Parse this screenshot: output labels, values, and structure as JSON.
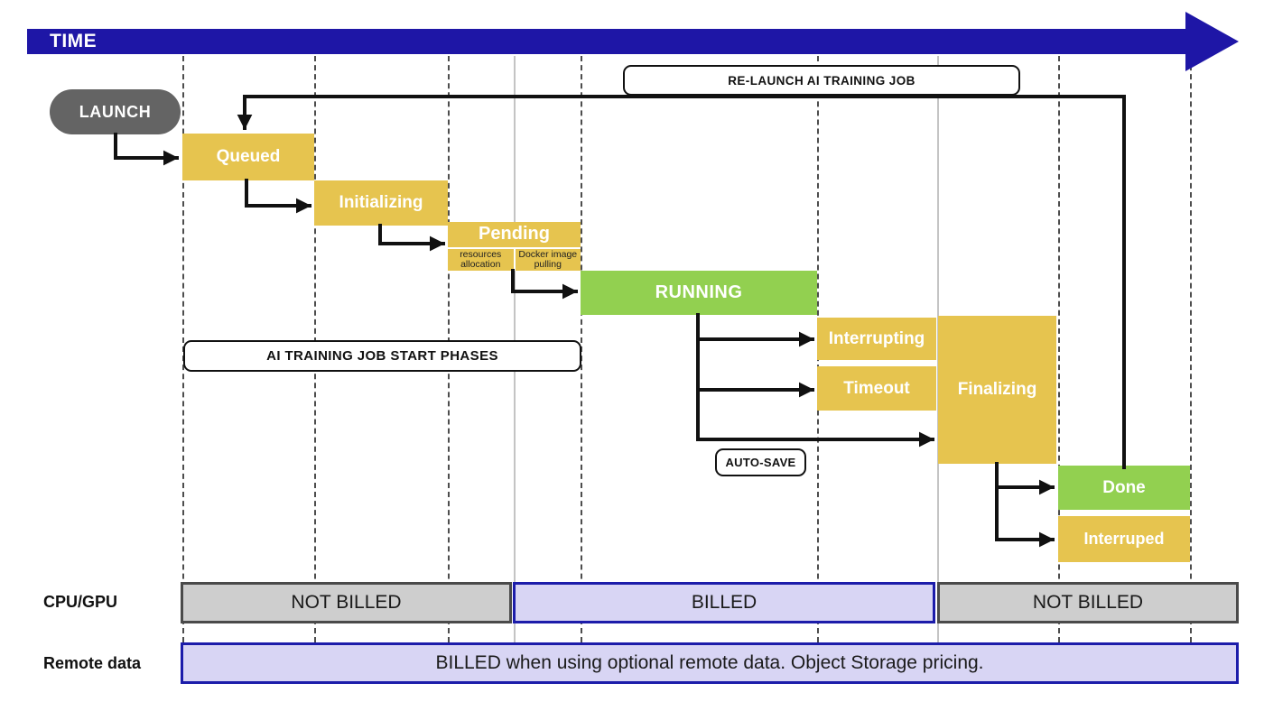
{
  "diagram": {
    "time_label": "TIME",
    "launch_label": "LAUNCH",
    "relaunch_label": "RE-LAUNCH AI TRAINING JOB",
    "start_phases_label": "AI TRAINING JOB START PHASES",
    "autosave_label": "AUTO-SAVE",
    "states": {
      "queued": "Queued",
      "initializing": "Initializing",
      "pending": "Pending",
      "pending_sub1": "resources allocation",
      "pending_sub2": "Docker image pulling",
      "running": "RUNNING",
      "interrupting": "Interrupting",
      "timeout": "Timeout",
      "finalizing": "Finalizing",
      "done": "Done",
      "interruped": "Interruped"
    },
    "billing": {
      "cpu_gpu_label": "CPU/GPU",
      "remote_data_label": "Remote data",
      "segments": [
        {
          "label": "NOT BILLED",
          "billed": false
        },
        {
          "label": "BILLED",
          "billed": true
        },
        {
          "label": "NOT BILLED",
          "billed": false
        }
      ],
      "remote_data_text": "BILLED when using optional remote data. Object Storage pricing."
    },
    "colors": {
      "blue": "#1e16a6",
      "yellow": "#e6c44f",
      "green": "#92d050",
      "launch_gray": "#646464",
      "line_black": "#111111",
      "billed_fill": "#d8d5f4",
      "billed_border": "#1c1caa",
      "not_billed_fill": "#cecece",
      "not_billed_border": "#4a4a4a",
      "grid_dash": "#4d4d4d",
      "grid_solid": "#c4c4c4"
    }
  }
}
